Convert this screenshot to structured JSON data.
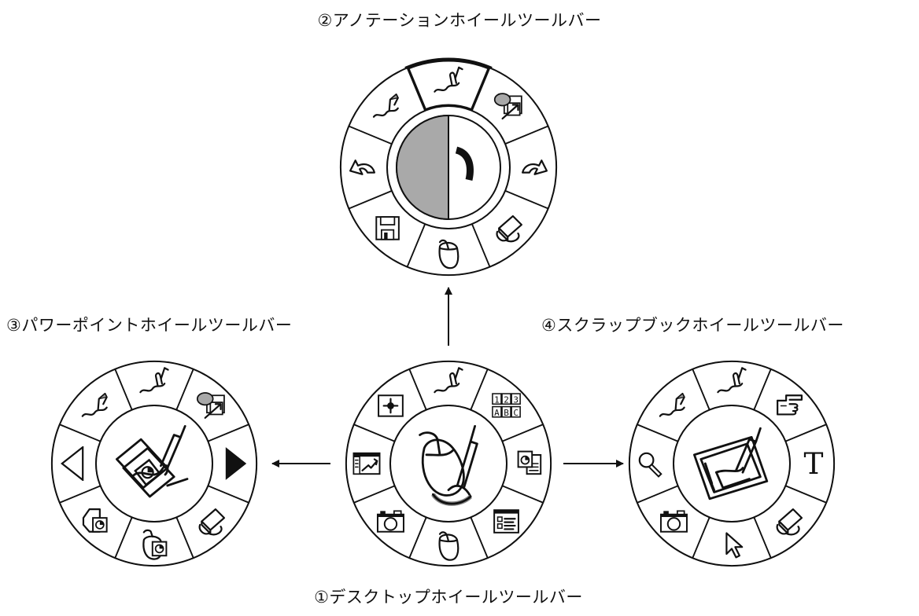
{
  "captions": {
    "desktop": "①デスクトップホイールツールバー",
    "annotation": "②アノテーションホイールツールバー",
    "powerpoint": "③パワーポイントホイールツールバー",
    "scrapbook": "④スクラップブックホイールツールバー"
  },
  "wheels": {
    "desktop": {
      "center_icon": "mouse-pen-icon",
      "segments": [
        "pen-icon",
        "numbers-letters-grid-icon",
        "window-copy-icon",
        "list-window-icon",
        "mouse-icon",
        "camera-icon",
        "presentation-window-icon",
        "crosshair-target-icon"
      ]
    },
    "annotation": {
      "center_icon": "half-shaded-circle-icon",
      "selected_segment": "pen-icon",
      "segments": [
        "pen-icon",
        "highlighter-screen-icon",
        "redo-icon",
        "eraser-icon",
        "mouse-icon",
        "save-disk-icon",
        "undo-icon",
        "marker-icon"
      ]
    },
    "powerpoint": {
      "center_icon": "slides-pen-icon",
      "segments": [
        "pen-icon",
        "highlighter-screen-icon",
        "next-slide-icon",
        "eraser-icon",
        "mouse-slide-icon",
        "slide-shape-icon",
        "previous-slide-icon",
        "marker-icon"
      ]
    },
    "scrapbook": {
      "center_icon": "scrapbook-pen-icon",
      "segments": [
        "pen-icon",
        "pointing-hand-icon",
        "text-icon",
        "eraser-icon",
        "cursor-arrow-icon",
        "camera-icon",
        "magnifier-icon",
        "marker-icon"
      ]
    }
  },
  "text_tool_glyph": "T",
  "number_grid": {
    "top": [
      "1",
      "2",
      "3"
    ],
    "bottom": [
      "A",
      "B",
      "C"
    ]
  },
  "arrows": [
    "desktop-to-annotation",
    "desktop-to-powerpoint",
    "desktop-to-scrapbook"
  ]
}
